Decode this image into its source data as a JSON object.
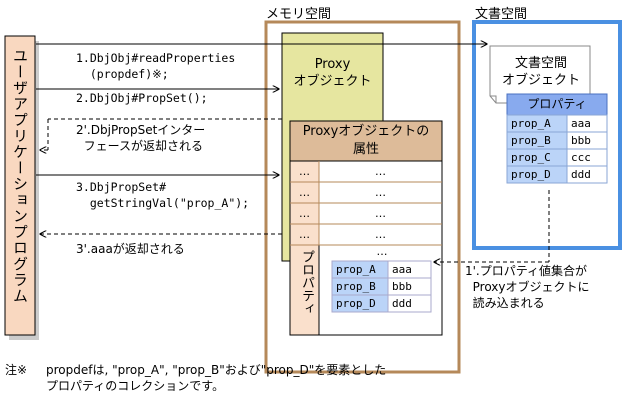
{
  "app_label": "ユーザアプリケーションプログラム",
  "memory_title": "メモリ空間",
  "doc_space_title": "文書空間",
  "proxy_object_label": "Proxy\nオブジェクト",
  "proxy_attr_title": "Proxyオブジェクトの\n属性",
  "attr_rows": [
    "…",
    "…",
    "…",
    "…",
    "…"
  ],
  "attr_row_values": [
    "…",
    "…",
    "…",
    "…",
    "…"
  ],
  "proxy_property_vlabel": "プロパティ",
  "proxy_props": [
    {
      "name": "prop_A",
      "value": "aaa"
    },
    {
      "name": "prop_B",
      "value": "bbb"
    },
    {
      "name": "prop_D",
      "value": "ddd"
    }
  ],
  "doc_object_label": "文書空間\nオブジェクト",
  "doc_property_title": "プロパティ",
  "doc_props": [
    {
      "name": "prop_A",
      "value": "aaa"
    },
    {
      "name": "prop_B",
      "value": "bbb"
    },
    {
      "name": "prop_C",
      "value": "ccc"
    },
    {
      "name": "prop_D",
      "value": "ddd"
    }
  ],
  "steps": {
    "s1": "1.DbjObj#readProperties\n  (propdef)※;",
    "s2": "2.DbjObj#PropSet();",
    "s2p": "2'.DbjPropSetインター\n  フェースが返却される",
    "s3": "3.DbjPropSet#\n  getStringVal(\"prop_A\");",
    "s3p": "3'.aaaが返却される",
    "s1p": "1'.プロパティ値集合が\n  Proxyオブジェクトに\n  読み込まれる"
  },
  "note_mark": "注※",
  "note_text": "propdefは, \"prop_A\", \"prop_B\"および\"prop_D\"を要素とした\nプロパティのコレクションです。",
  "colors": {
    "app_bar": "#f9d8c0",
    "memory_border": "#b5895a",
    "proxy_fill": "#e6e6a0",
    "attr_header": "#ddbb99",
    "attr_side": "#fae0cc",
    "doc_border": "#4a90e2",
    "prop_header": "#88aaee",
    "prop_name": "#bbd4f8"
  }
}
